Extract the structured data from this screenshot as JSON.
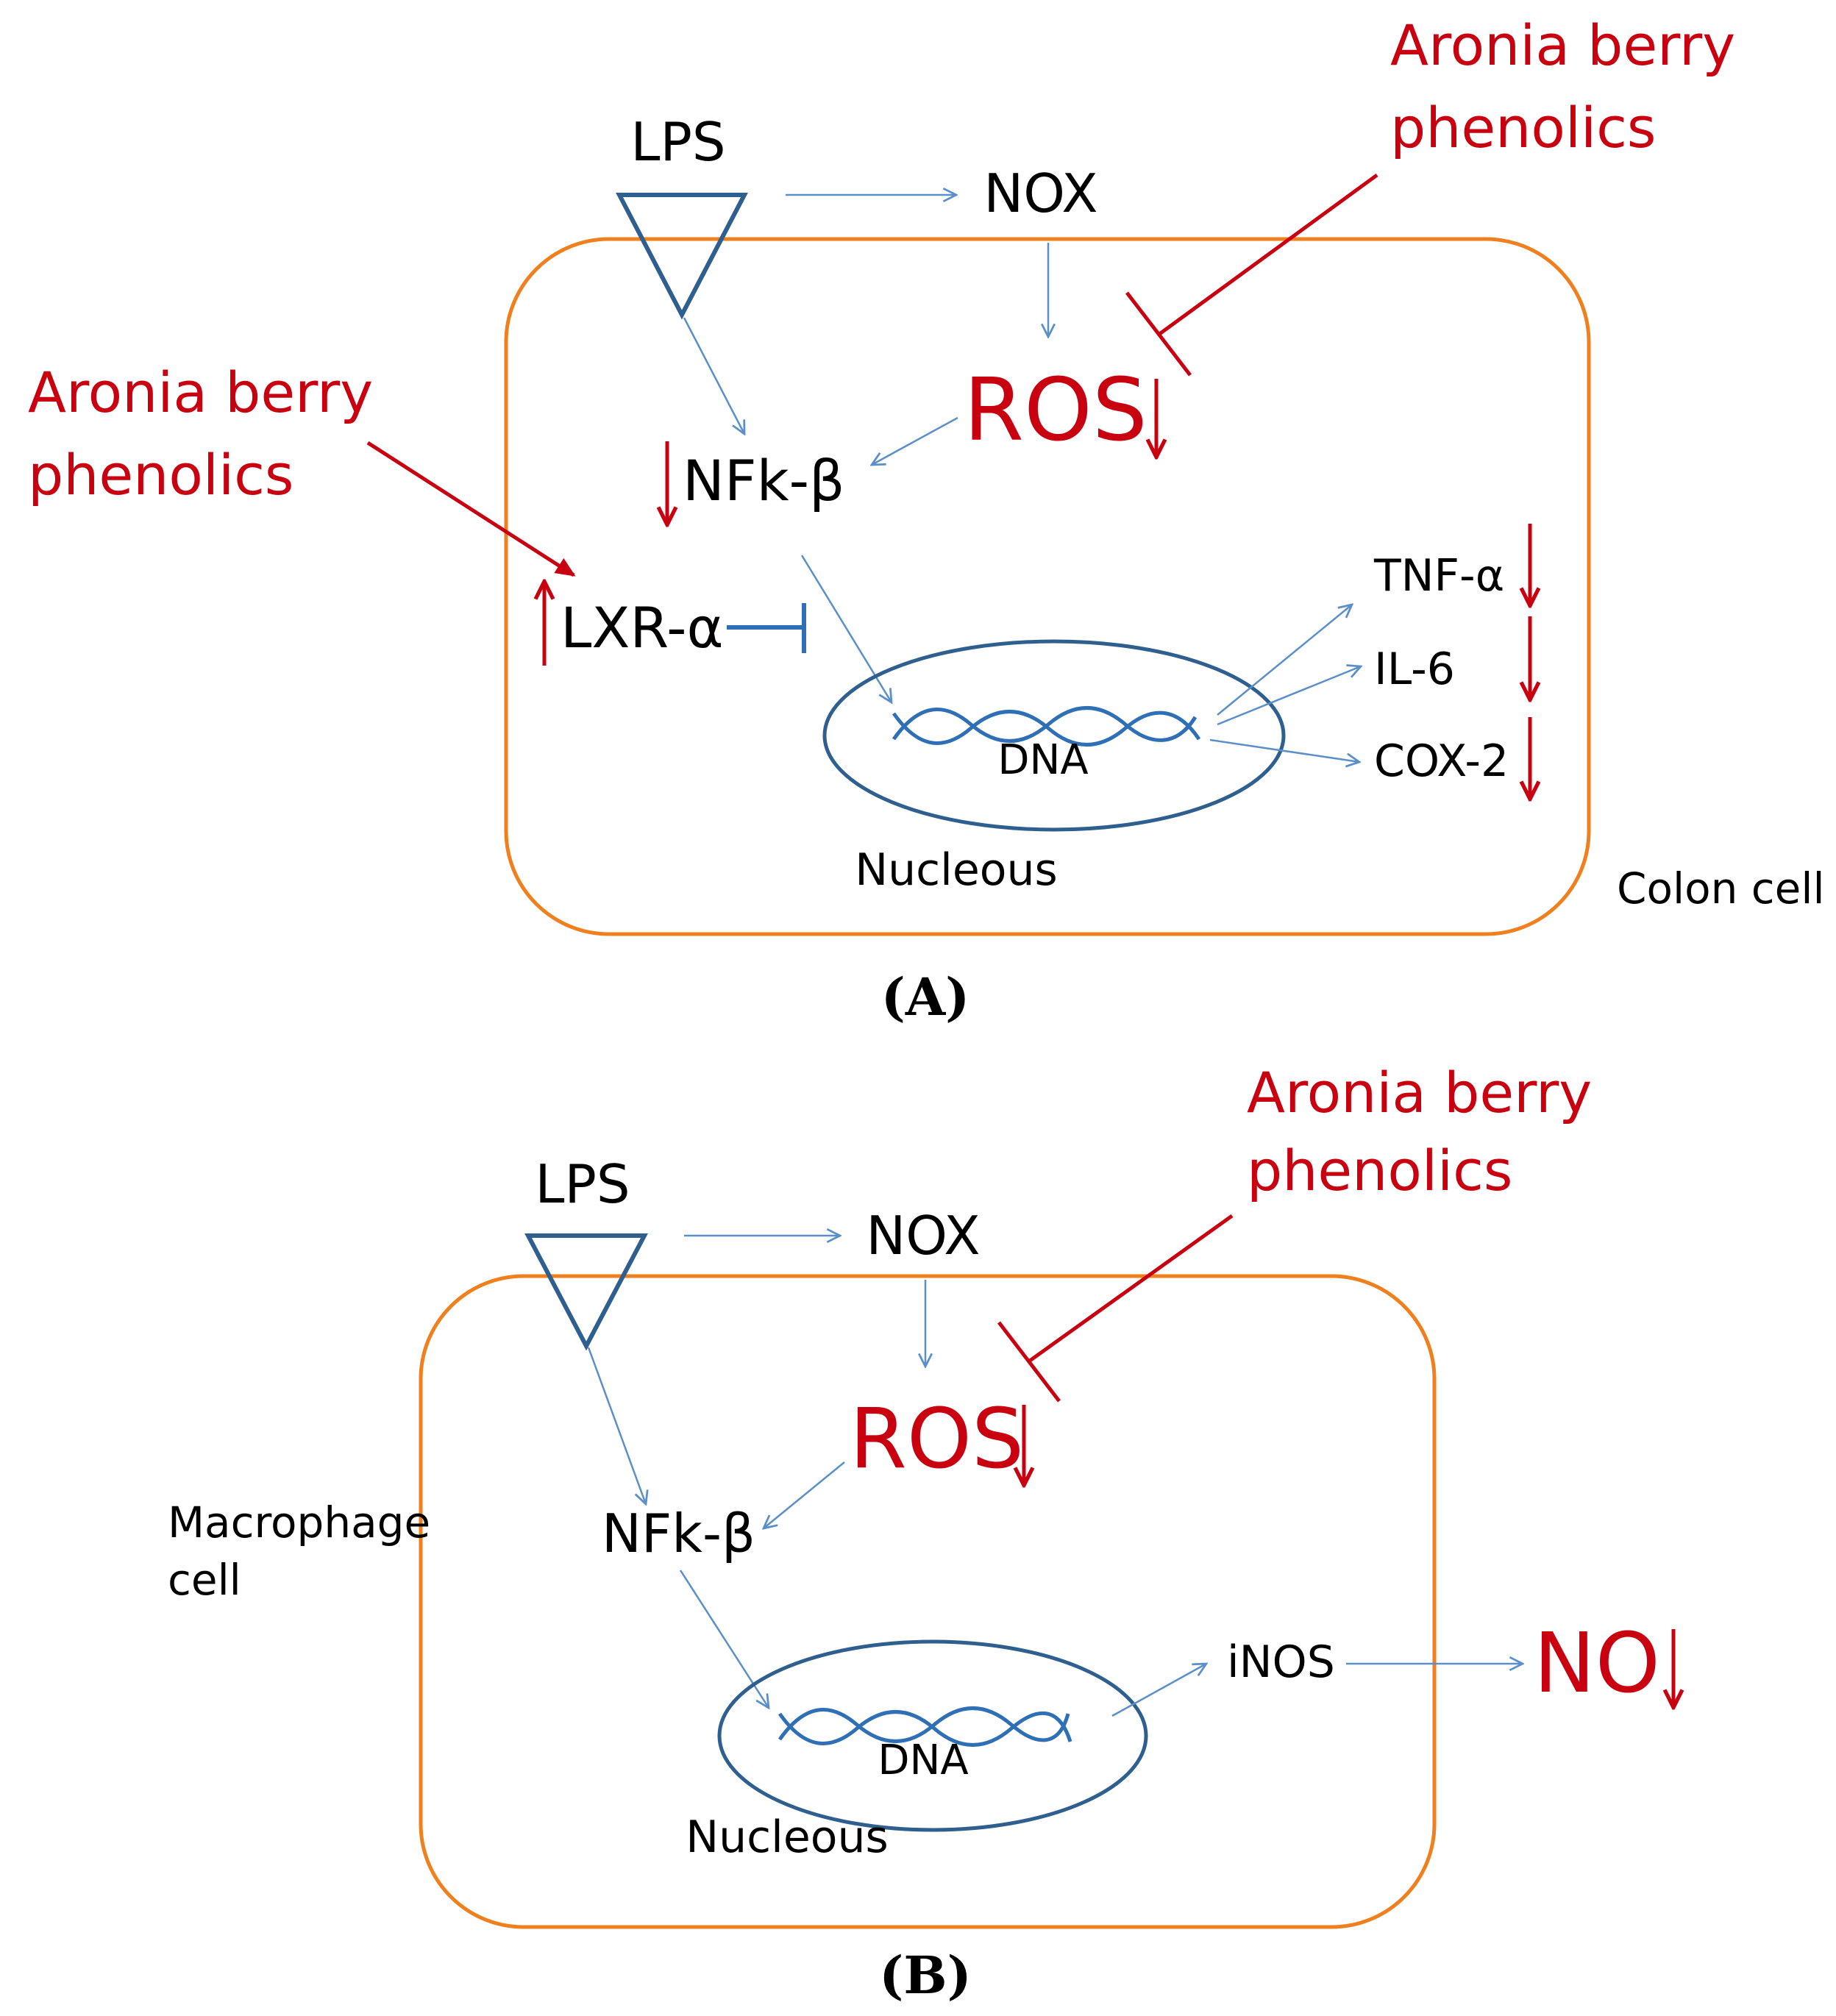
{
  "colors": {
    "cell_membrane": "#f07f1e",
    "pathway_blue": "#5b8fc9",
    "receptor_blue": "#2e5f8e",
    "inhibit_red": "#c8000f",
    "text_black": "#000000"
  },
  "panel_a": {
    "phenolics_top_line1": "Aronia berry",
    "phenolics_top_line2": "phenolics",
    "phenolics_left_line1": "Aronia berry",
    "phenolics_left_line2": "phenolics",
    "lps": "LPS",
    "nox": "NOX",
    "ros": "ROS",
    "nfkb": "NFk-β",
    "lxr": "LXR-α",
    "dna": "DNA",
    "nucleus": "Nucleous",
    "tnf": "TNF-α",
    "il6": "IL-6",
    "cox2": "COX-2",
    "cell_label": "Colon cell",
    "panel_label": "(A)"
  },
  "panel_b": {
    "phenolics_line1": "Aronia berry",
    "phenolics_line2": "phenolics",
    "lps": "LPS",
    "nox": "NOX",
    "ros": "ROS",
    "nfkb": "NFk-β",
    "cell_label_line1": "Macrophage",
    "cell_label_line2": "cell",
    "dna": "DNA",
    "nucleus": "Nucleous",
    "inos": "iNOS",
    "no": "NO",
    "panel_label": "(B)"
  }
}
